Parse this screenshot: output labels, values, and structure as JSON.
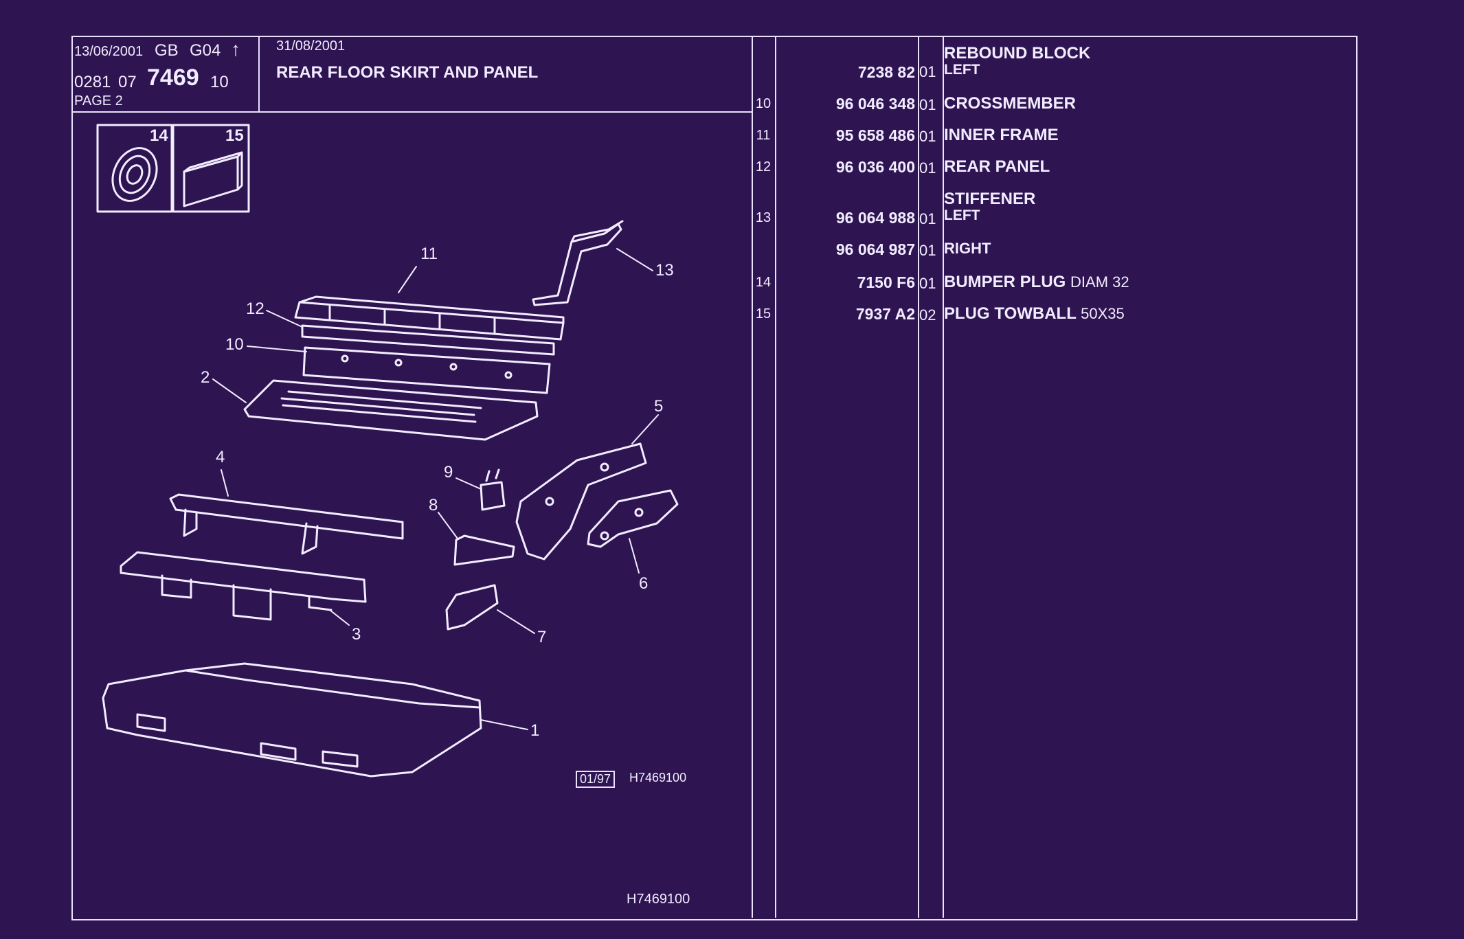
{
  "header": {
    "date_issue": "13/06/2001",
    "lang": "GB",
    "code": "G04",
    "arrow_icon": "up-arrow-icon",
    "ref_prefix": "0281",
    "ref_group": "07",
    "ref_main": "7469",
    "ref_suffix": "10",
    "page_label": "PAGE 2",
    "date_update": "31/08/2001",
    "title": "REAR FLOOR SKIRT AND PANEL"
  },
  "inset": {
    "left_num": "14",
    "right_num": "15"
  },
  "diagram": {
    "callouts": [
      "11",
      "13",
      "12",
      "10",
      "2",
      "5",
      "4",
      "9",
      "8",
      "6",
      "3",
      "7",
      "1"
    ],
    "stamp_box": "01/97",
    "stamp_code": "H7469100",
    "footer_code": "H7469100"
  },
  "parts": [
    {
      "num": "",
      "ref": "",
      "qty": "",
      "desc": "REBOUND BLOCK",
      "note": ""
    },
    {
      "num": "",
      "ref": "7238 82",
      "qty": "01",
      "desc": "LEFT",
      "note": ""
    },
    {
      "num": "10",
      "ref": "96 046 348",
      "qty": "01",
      "desc": "CROSSMEMBER",
      "note": ""
    },
    {
      "num": "11",
      "ref": "95 658 486",
      "qty": "01",
      "desc": "INNER FRAME",
      "note": ""
    },
    {
      "num": "12",
      "ref": "96 036 400",
      "qty": "01",
      "desc": "REAR PANEL",
      "note": ""
    },
    {
      "num": "",
      "ref": "",
      "qty": "",
      "desc": "STIFFENER",
      "note": ""
    },
    {
      "num": "13",
      "ref": "96 064 988",
      "qty": "01",
      "desc": "LEFT",
      "note": ""
    },
    {
      "num": "",
      "ref": "96 064 987",
      "qty": "01",
      "desc": "RIGHT",
      "note": ""
    },
    {
      "num": "14",
      "ref": "7150 F6",
      "qty": "01",
      "desc": "BUMPER PLUG",
      "note": "DIAM 32"
    },
    {
      "num": "15",
      "ref": "7937 A2",
      "qty": "02",
      "desc": "PLUG TOWBALL",
      "note": "50X35"
    }
  ],
  "colors": {
    "background": "#2e1450",
    "ink": "#f2ecff"
  }
}
